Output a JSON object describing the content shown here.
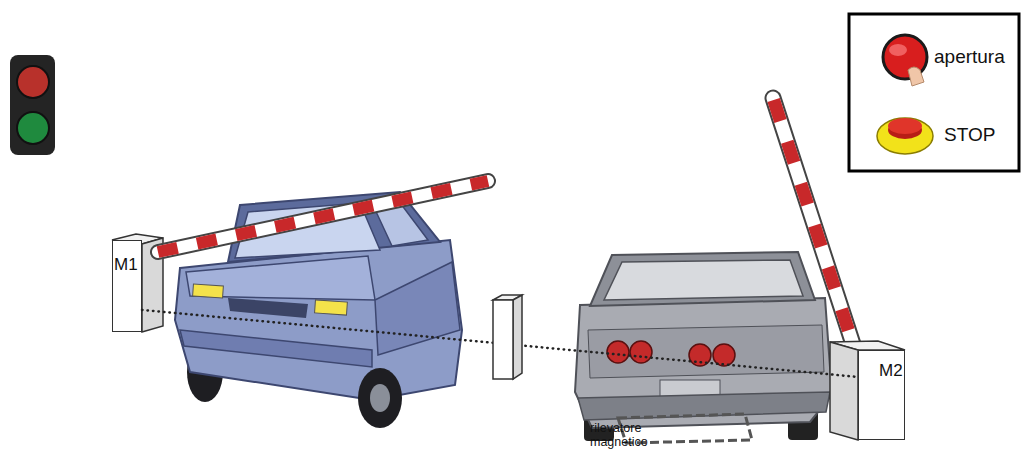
{
  "diagram": {
    "nodes": [
      {
        "text": [
          "M1"
        ]
      },
      {
        "text": [
          "M2"
        ]
      }
    ],
    "edges": [
      {
        "from": 0,
        "to": 1,
        "arrow": "none"
      }
    ],
    "labels": [
      "rilevatore magnetico"
    ],
    "legend": [
      {
        "text": "apertura"
      },
      {
        "text": "STOP"
      }
    ]
  }
}
